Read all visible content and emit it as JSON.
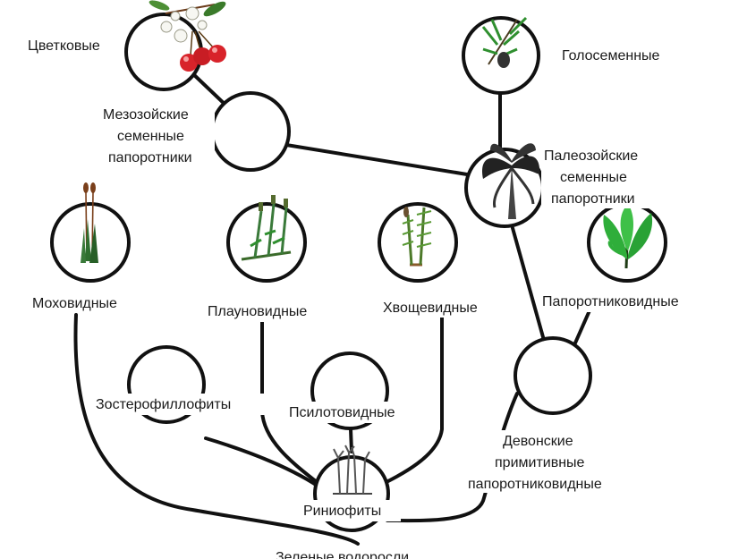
{
  "diagram": {
    "title": "",
    "nodes": {
      "flowering": "Цветковые",
      "gymnosperms": "Голосеменные",
      "mesozoic_l1": "Мезозойские",
      "mesozoic_l2": "семенные",
      "mesozoic_l3": "папоротники",
      "paleozoic_l1": "Палеозойские",
      "paleozoic_l2": "семенные",
      "paleozoic_l3": "папоротники",
      "mosses": "Моховидные",
      "lycopods": "Плауновидные",
      "horsetails": "Хвощевидные",
      "ferns": "Папоротниковидные",
      "zosterophylls": "Зостерофиллофиты",
      "psilotids": "Псилотовидные",
      "devonian_l1": "Девонские",
      "devonian_l2": "примитивные",
      "devonian_l3": "папоротниковидные",
      "rhyniophytes": "Риниофиты",
      "green_algae": "Зеленые водоросли"
    },
    "colors": {
      "line": "#111111",
      "leaf_green": "#2f8f2f",
      "cherry_red": "#d8232a",
      "moss_brown": "#7a3f1a",
      "dark_fern": "#222222"
    },
    "icons": [
      "cherry-blossom",
      "pine-branch",
      "seed-fern-tree",
      "fern",
      "moss",
      "club-moss",
      "horsetail",
      "rhynia"
    ]
  }
}
